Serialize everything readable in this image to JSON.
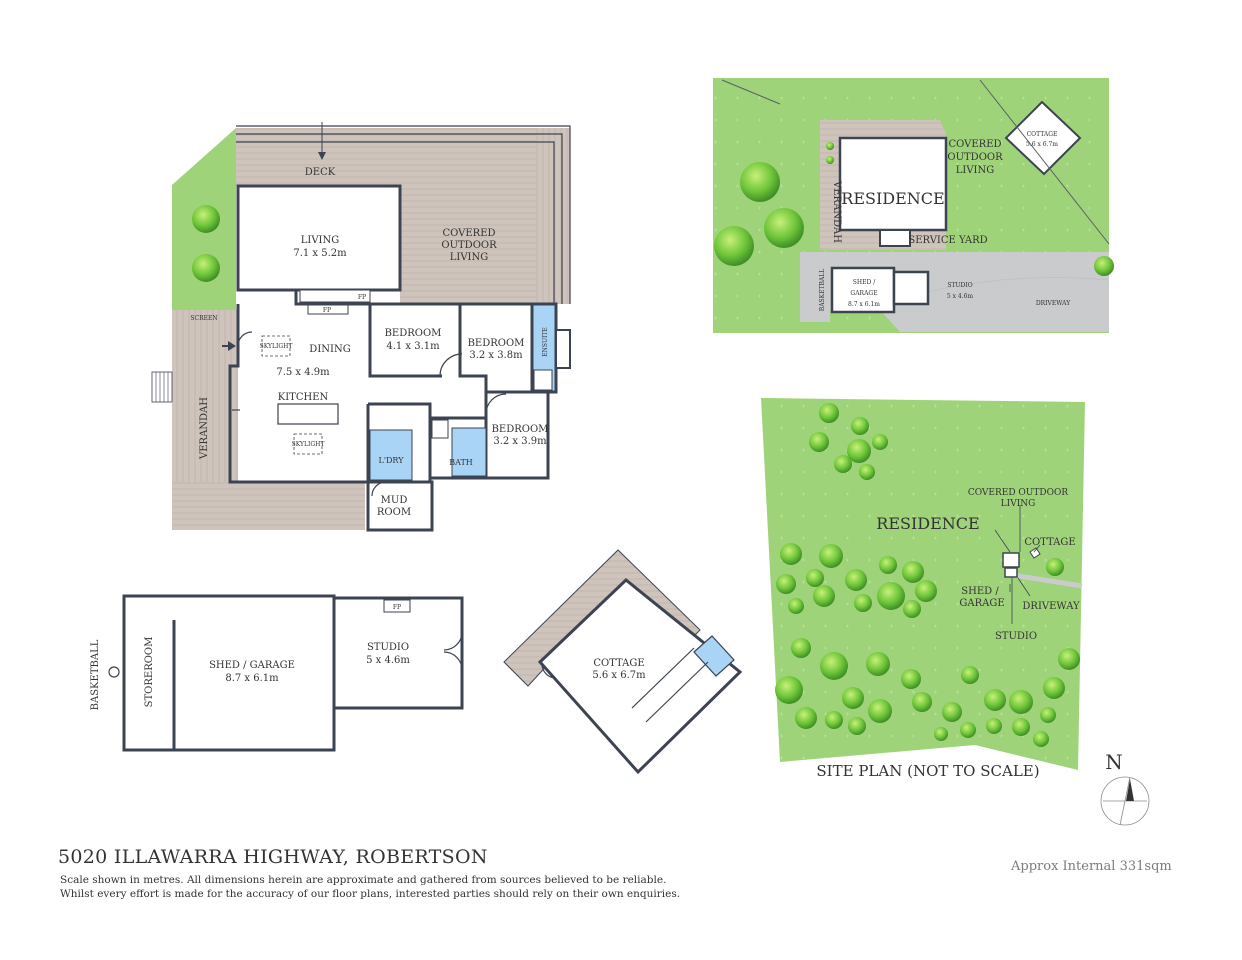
{
  "plan": {
    "title": "5020 ILLAWARRA HIGHWAY, ROBERTSON",
    "note_line1": "Scale shown in metres.  All dimensions herein are approximate and gathered from sources believed to be  reliable.",
    "note_line2": "Whilst every effort is made for the accuracy of our floor plans, interested parties should rely on their own enquiries.",
    "area": "Approx Internal 331sqm"
  },
  "house": {
    "deck": "DECK",
    "living": "LIVING",
    "living_dim": "7.1 x 5.2m",
    "covered_l1": "COVERED",
    "covered_l2": "OUTDOOR",
    "covered_l3": "LIVING",
    "fp": "FP",
    "dining": "DINING",
    "dining_dim": "7.5 x 4.9m",
    "kitchen": "KITCHEN",
    "skylight": "SKYLIGHT",
    "bed1": "BEDROOM",
    "bed1_dim": "4.1 x 3.1m",
    "bed2": "BEDROOM",
    "bed2_dim": "3.2 x 3.8m",
    "bed3": "BEDROOM",
    "bed3_dim": "3.2 x 3.9m",
    "ensuite": "ENSUITE",
    "verandah": "VERANDAH",
    "screen": "SCREEN",
    "laundry": "L'DRY",
    "bath": "BATH",
    "mud_l1": "MUD",
    "mud_l2": "ROOM"
  },
  "garage": {
    "basketball": "BASKETBALL",
    "storeroom": "STOREROOM",
    "shed": "SHED / GARAGE",
    "shed_dim": "8.7 x 6.1m",
    "studio": "STUDIO",
    "studio_dim": "5 x 4.6m",
    "fp": "FP"
  },
  "cottage": {
    "name": "COTTAGE",
    "dim": "5.6 x 6.7m"
  },
  "aerial": {
    "residence": "RESIDENCE",
    "covered_l1": "COVERED",
    "covered_l2": "OUTDOOR",
    "covered_l3": "LIVING",
    "cottage": "COTTAGE",
    "cottage_dim": "5.6 x 6.7m",
    "verandah": "VERANDAH",
    "service_yard": "SERVICE YARD",
    "basketball": "BASKETBALL",
    "shed_l1": "SHED /",
    "shed_l2": "GARAGE",
    "shed_dim": "8.7 x 6.1m",
    "studio": "STUDIO",
    "studio_dim": "5 x 4.6m",
    "driveway": "DRIVEWAY"
  },
  "site": {
    "title": "SITE PLAN (NOT TO SCALE)",
    "residence": "RESIDENCE",
    "covered_l1": "COVERED OUTDOOR",
    "covered_l2": "LIVING",
    "cottage": "COTTAGE",
    "shed_l1": "SHED /",
    "shed_l2": "GARAGE",
    "driveway": "DRIVEWAY",
    "studio": "STUDIO",
    "north": "N"
  },
  "colors": {
    "wall": "#3c4452",
    "deck": "#c8bdb5",
    "grass": "#9fd37a",
    "wet_area": "#a9d4f5",
    "paving": "#c9cbcd",
    "tree": "#6bbf3a"
  }
}
